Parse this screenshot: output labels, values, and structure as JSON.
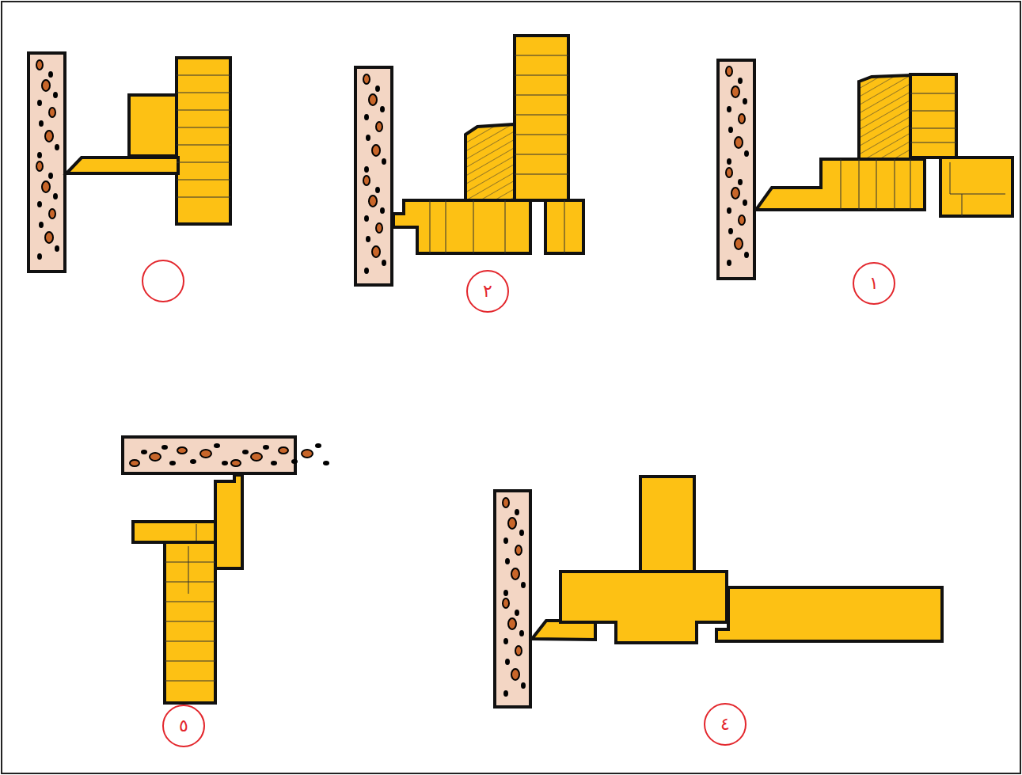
{
  "diagram": {
    "nodes": [
      {
        "text": [
          "١"
        ]
      },
      {
        "text": [
          "٢"
        ]
      },
      {
        "text": [
          "٤"
        ]
      },
      {
        "text": [
          "٥"
        ]
      }
    ]
  }
}
